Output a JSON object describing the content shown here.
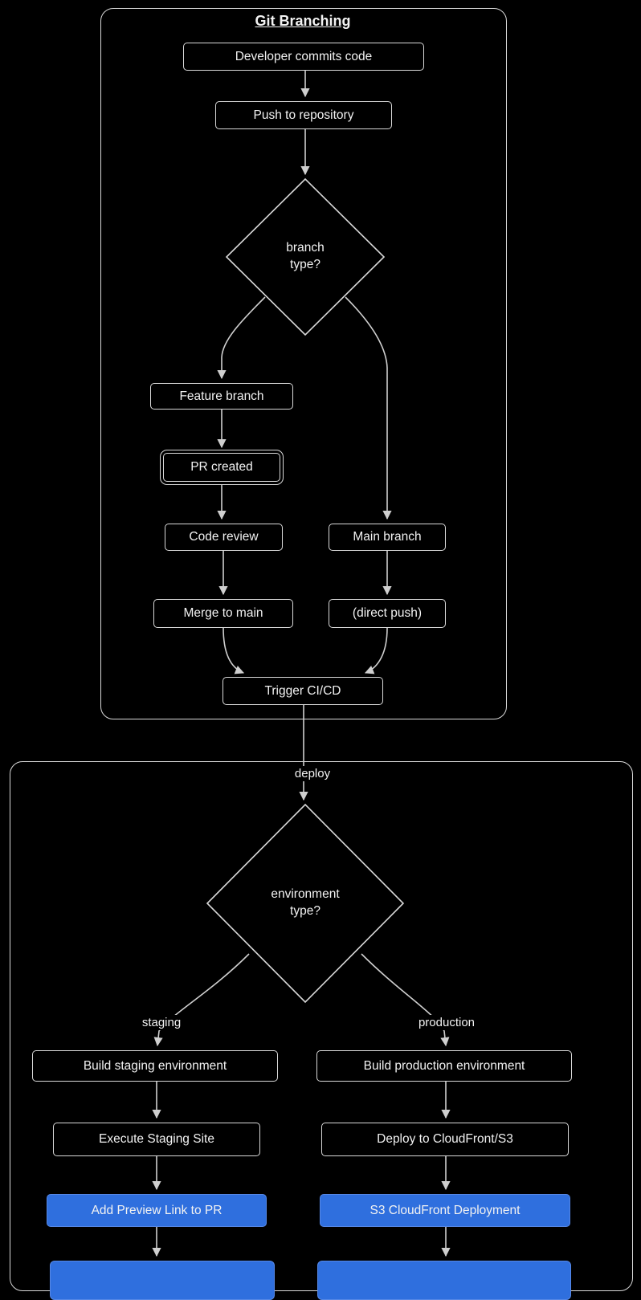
{
  "colors": {
    "background": "#000000",
    "line": "#cfcfcf",
    "node_border": "#d9d9d9",
    "text": "#f2f2f2",
    "accent_blue": "#2f6fde"
  },
  "git": {
    "title": "Git Branching",
    "decision": {
      "l1": "branch",
      "l2": "type?"
    },
    "nodes": {
      "commit": "Developer commits code",
      "push": "Push to repository",
      "feature": "Feature branch",
      "pr": "PR created",
      "review": "Code review",
      "main": "Main branch",
      "merge": "Merge to main",
      "direct": "(direct push)",
      "trigger": "Trigger CI/CD"
    }
  },
  "connector": {
    "label": "deploy"
  },
  "deploy": {
    "decision": {
      "l1": "environment",
      "l2": "type?"
    },
    "labels": {
      "staging": "staging",
      "production": "production"
    },
    "nodes": {
      "build_staging": "Build staging environment",
      "build_production": "Build production environment",
      "execute_staging": "Execute Staging Site",
      "deploy_cf": "Deploy to CloudFront/S3",
      "add_preview": "Add Preview Link to PR",
      "s3_cf": "S3 CloudFront Deployment"
    }
  }
}
